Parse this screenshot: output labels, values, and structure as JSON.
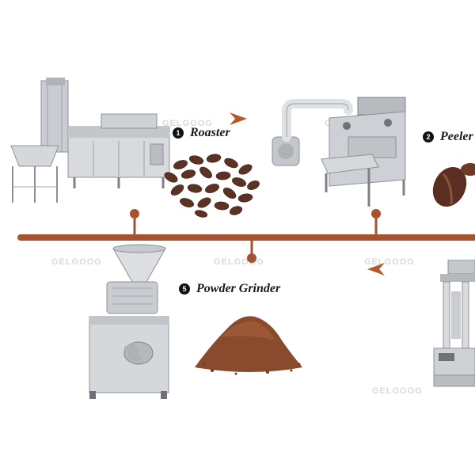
{
  "steps": [
    {
      "number": "1",
      "label": "Roaster"
    },
    {
      "number": "2",
      "label": "Peeler"
    },
    {
      "number": "5",
      "label": "Powder Grinder"
    }
  ],
  "watermark": "GELGOOG",
  "colors": {
    "timeline": "#a4522f",
    "arrow": "#b5582b",
    "badge": "#111111"
  }
}
